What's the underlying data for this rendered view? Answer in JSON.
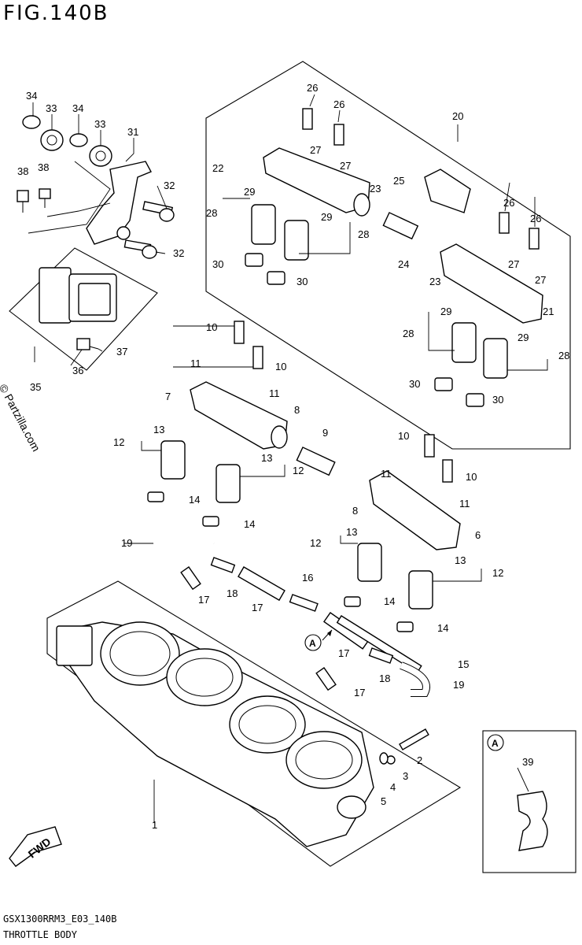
{
  "figure": {
    "title": "FIG.140B",
    "code": "GSX1300RRM3_E03_140B",
    "name": "THROTTLE BODY",
    "watermark": "© Partzilla.com",
    "fwd_label": "FWD",
    "inset_tag": "A",
    "callout_tag": "A"
  },
  "callouts": [
    "34",
    "33",
    "34",
    "33",
    "31",
    "38",
    "38",
    "32",
    "32",
    "37",
    "36",
    "35",
    "26",
    "26",
    "20",
    "27",
    "22",
    "27",
    "23",
    "25",
    "29",
    "28",
    "29",
    "28",
    "26",
    "26",
    "24",
    "23",
    "30",
    "30",
    "27",
    "27",
    "21",
    "29",
    "28",
    "29",
    "28",
    "30",
    "30",
    "10",
    "11",
    "10",
    "11",
    "7",
    "8",
    "9",
    "13",
    "12",
    "13",
    "12",
    "14",
    "14",
    "10",
    "11",
    "10",
    "11",
    "6",
    "8",
    "19",
    "18",
    "17",
    "17",
    "16",
    "13",
    "12",
    "13",
    "12",
    "14",
    "14",
    "17",
    "18",
    "15",
    "19",
    "17",
    "2",
    "3",
    "4",
    "5",
    "1",
    "39"
  ]
}
